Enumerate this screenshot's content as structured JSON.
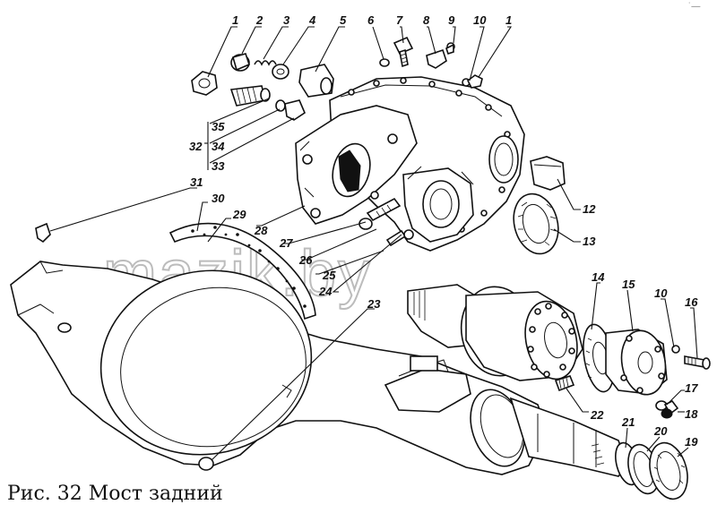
{
  "caption": "Рис. 32 Мост задний",
  "corner_mark": "˙—",
  "watermark": "mazik.by",
  "callouts": [
    "1",
    "2",
    "3",
    "4",
    "5",
    "6",
    "7",
    "8",
    "9",
    "10",
    "1",
    "12",
    "13",
    "14",
    "15",
    "10",
    "16",
    "17",
    "18",
    "19",
    "20",
    "21",
    "22",
    "23",
    "24",
    "25",
    "26",
    "27",
    "28",
    "29",
    "30",
    "31",
    "35",
    "34",
    "33"
  ],
  "group_label": "32"
}
